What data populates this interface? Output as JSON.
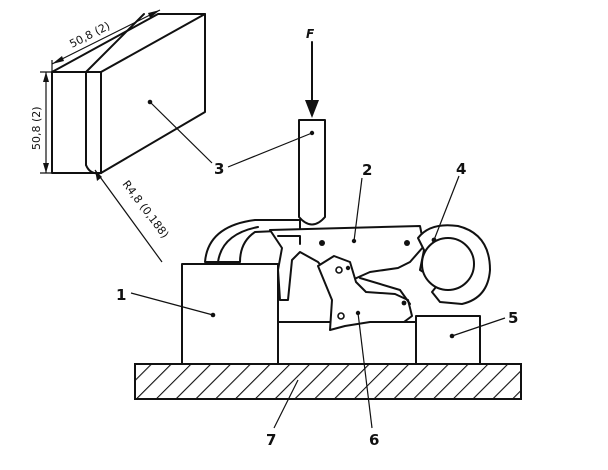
{
  "force": {
    "label": "F"
  },
  "dimensions": {
    "width_label": "50,8 (2)",
    "height_label": "50,8 (2)",
    "radius_label": "R4,8 (0,188)"
  },
  "callouts": [
    "1",
    "2",
    "3",
    "4",
    "5",
    "6",
    "7"
  ]
}
